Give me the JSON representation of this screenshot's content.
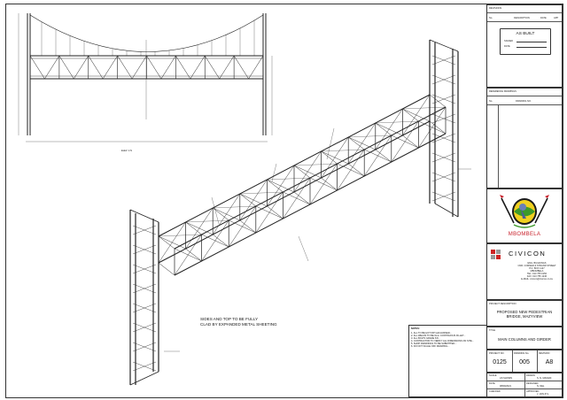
{
  "revisions": {
    "title": "REVISIONS",
    "cols": [
      "No.",
      "DESCRIPTION",
      "DATE",
      "APP"
    ]
  },
  "stamp": {
    "title": "AS BUILT",
    "signed": "SIGNED",
    "date": "DATE"
  },
  "references": {
    "title": "REFERENCE DRAWINGS",
    "col_no": "No.",
    "col_drawing": "DRAWING NO."
  },
  "client_logo": {
    "name": "MBOMBELA"
  },
  "consultant": {
    "name": "CIVICON",
    "address": "ENG. BUILDINGS\nCNR. CORNER & STRAND STREET\nP.O. BOX 1127\nMBOMBELA\nTEL: 013 755 6150\nFAX: 013 755 1246\nE-MAIL: civicon@civicon.co.za"
  },
  "project": {
    "label": "PROJECT DESCRIPTION",
    "description": "PROPOSED NEW PEDESTRIAN BRIDGE, MAZYVIEW",
    "title_label": "TITLE",
    "title": "MAIN COLUMNS AND GIRDER",
    "project_no_label": "PROJECT NO.",
    "project_no": "0125",
    "drawing_no_label": "DRAWING No.",
    "drawing_no": "005",
    "revision_label": "REVISION",
    "revision": "A8"
  },
  "footer": {
    "scale_label": "SCALE",
    "scale": "AS SHOWN",
    "date_label": "DATE",
    "date": "08/09/2021",
    "checked_label": "CHECKED",
    "drawn_label": "DRAWN",
    "drawn": "S. N. MAFEDI",
    "designed_label": "DESIGNED",
    "designed": "N. NEL",
    "approved_label": "APPROVED",
    "approved": "J. VAN ZYL"
  },
  "elevation_label": "ELEV. 1:N",
  "cladding_note": "SIDES AND TOP TO BE FULLY\nCLAD BY EXPANDED METAL SHEETING",
  "notes": {
    "title": "NOTES:",
    "text": "1. ALL TO BE HOT DIP GALVANISED...\n2. ALL WELDS TO BE 6mm CONTINUOUS FILLET...\n3. ALL BOLTS GRADE 8.8...\n4. CONTRACTOR TO VERIFY ALL DIMENSIONS ON SITE...\n5. SHOP DRAWINGS TO BE SUBMITTED...\n6. DO NOT SCALE OFF DRAWING..."
  }
}
